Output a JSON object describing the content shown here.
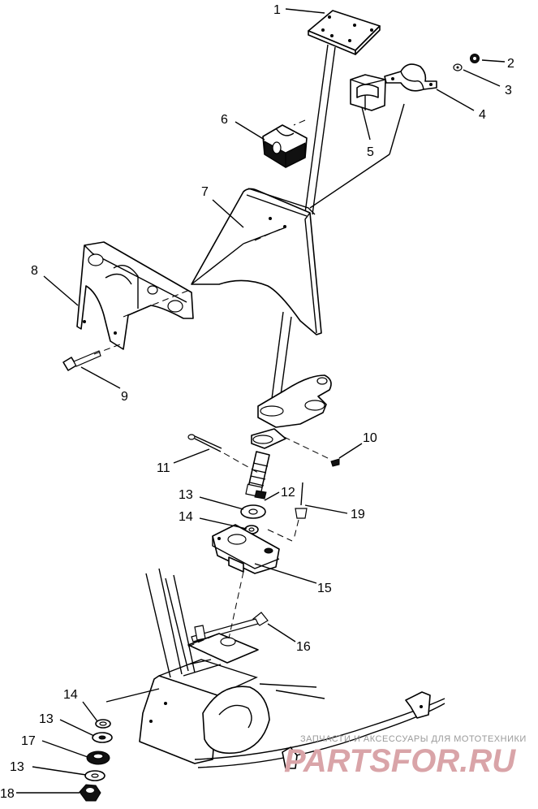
{
  "diagram": {
    "callouts": [
      {
        "id": "1",
        "label": "1"
      },
      {
        "id": "2",
        "label": "2"
      },
      {
        "id": "3",
        "label": "3"
      },
      {
        "id": "4",
        "label": "4"
      },
      {
        "id": "5",
        "label": "5"
      },
      {
        "id": "6",
        "label": "6"
      },
      {
        "id": "7",
        "label": "7"
      },
      {
        "id": "8",
        "label": "8"
      },
      {
        "id": "9",
        "label": "9"
      },
      {
        "id": "10",
        "label": "10"
      },
      {
        "id": "11",
        "label": "11"
      },
      {
        "id": "12",
        "label": "12"
      },
      {
        "id": "13a",
        "label": "13"
      },
      {
        "id": "14a",
        "label": "14"
      },
      {
        "id": "15",
        "label": "15"
      },
      {
        "id": "16",
        "label": "16"
      },
      {
        "id": "19",
        "label": "19"
      },
      {
        "id": "14b",
        "label": "14"
      },
      {
        "id": "13b",
        "label": "13"
      },
      {
        "id": "17",
        "label": "17"
      },
      {
        "id": "13c",
        "label": "13"
      },
      {
        "id": "18",
        "label": "18"
      }
    ]
  },
  "watermark": {
    "caption": "ЗАПЧАСТИ И АКСЕССУАРЫ ДЛЯ МОТОТЕХНИКИ",
    "logo": "PARTSFOR.RU"
  }
}
